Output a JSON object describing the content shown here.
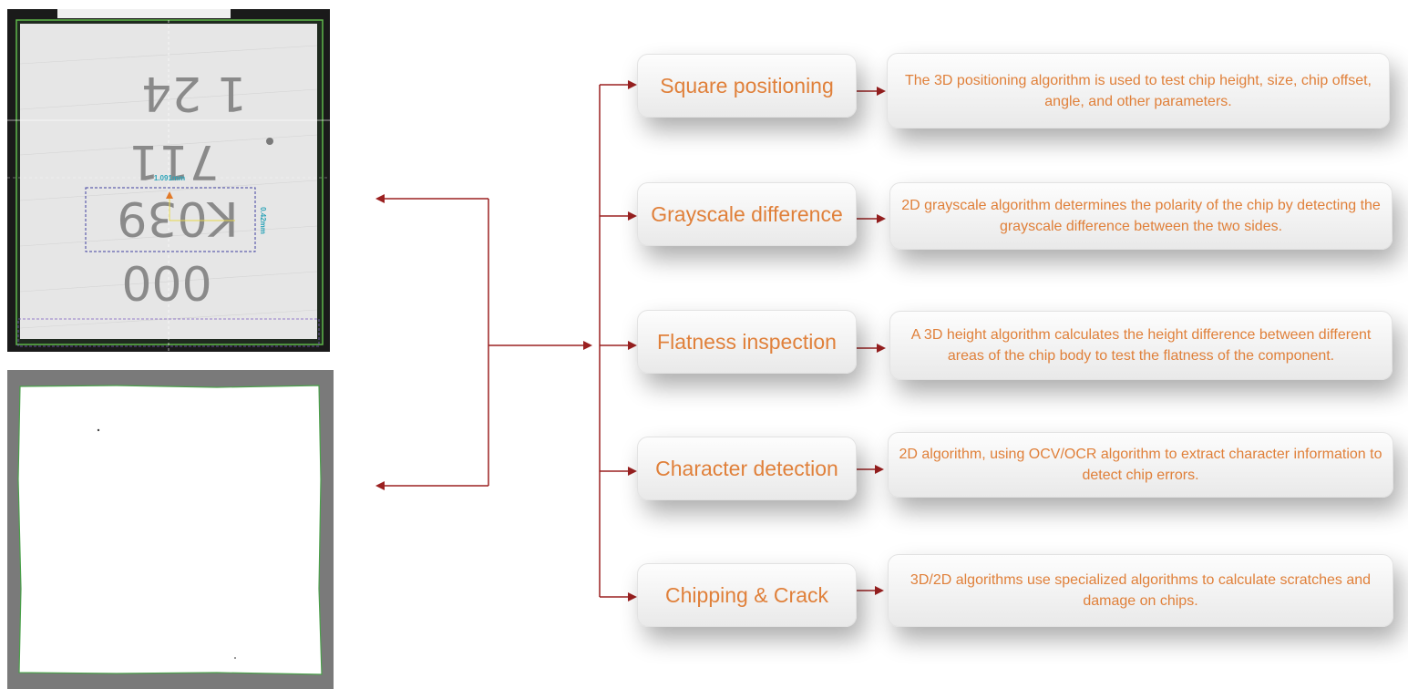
{
  "items": [
    {
      "label": "Square positioning",
      "description": "The 3D positioning algorithm is used to test chip height, size, chip offset, angle, and other parameters."
    },
    {
      "label": "Grayscale difference",
      "description": "2D grayscale algorithm determines the polarity of the chip by detecting the grayscale difference between the two sides."
    },
    {
      "label": "Flatness inspection",
      "description": "A 3D height algorithm calculates the height difference between different areas of the chip body to test the flatness of the component."
    },
    {
      "label": "Character detection",
      "description": "2D algorithm, using OCV/OCR algorithm to extract character information to detect chip errors."
    },
    {
      "label": "Chipping & Crack",
      "description": "3D/2D algorithms use specialized algorithms to calculate scratches and damage on chips."
    }
  ],
  "chip_image": {
    "marking_lines": [
      "1 24",
      "711",
      "K039",
      "000"
    ],
    "width_measure": "1.091mm",
    "height_measure": "0.42mm"
  },
  "colors": {
    "connector": "#9b2020",
    "text_accent": "#e0803a",
    "measure_accent": "#2aa3b8"
  }
}
